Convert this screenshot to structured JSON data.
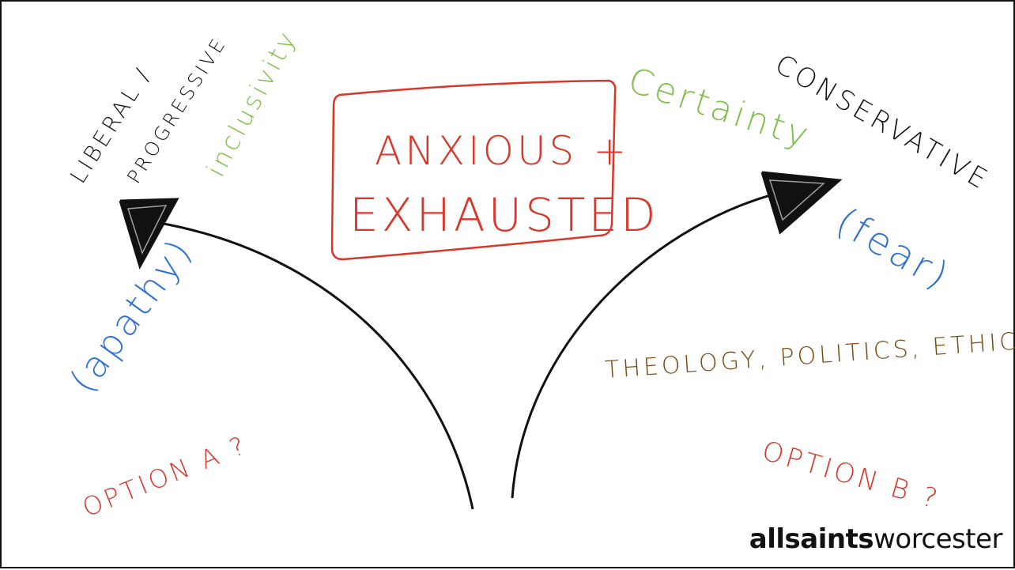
{
  "sketch": {
    "left_label_line1": "LIBERAL /",
    "left_label_line2": "PROGRESSIVE",
    "left_value": "inclusivity",
    "left_shadow": "(apathy)",
    "left_option": "OPTION A ?",
    "center_line1": "ANXIOUS +",
    "center_line2": "EXHAUSTED",
    "right_value": "Certainty",
    "right_label": "CONSERVATIVE",
    "right_shadow": "(fear)",
    "right_topics": "THEOLOGY, POLITICS, ETHICS",
    "right_option": "OPTION B ?"
  },
  "logo": {
    "bold_part": "allsaints",
    "light_part": "worcester"
  },
  "colors": {
    "black_ink": "#111111",
    "red_ink": "#d8372a",
    "green_ink": "#7cbf4a",
    "blue_ink": "#2e6fd6",
    "brown_ink": "#7a4a12"
  }
}
